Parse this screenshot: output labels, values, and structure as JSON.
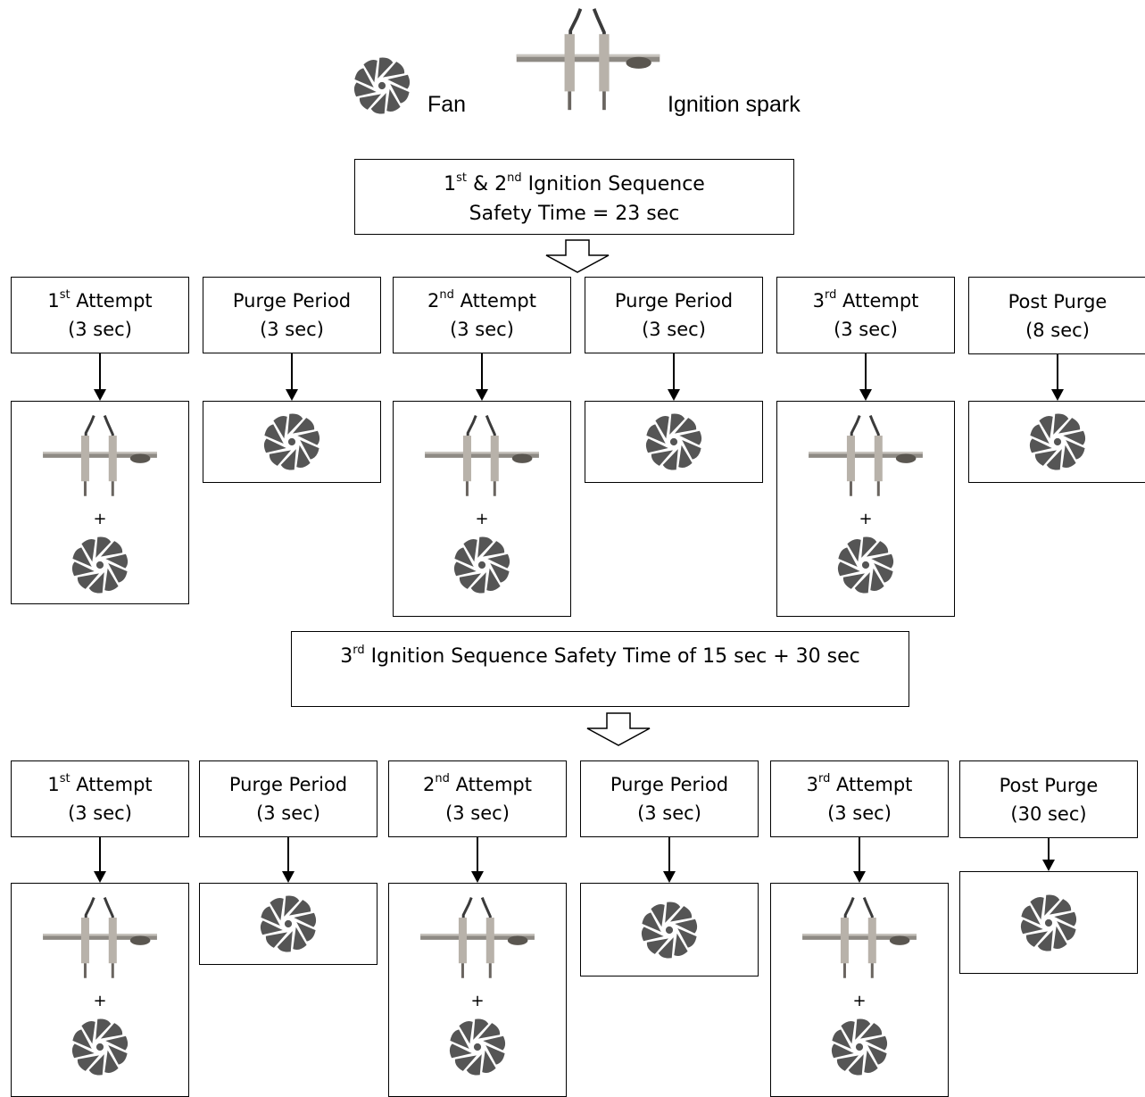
{
  "legend": {
    "fan_label": "Fan",
    "spark_label": "Ignition spark"
  },
  "sequence1": {
    "title_pre": "1",
    "title_sup1": "st",
    "title_mid": " & 2",
    "title_sup2": "nd",
    "title_post": " Ignition Sequence",
    "subtitle": "Safety Time = 23 sec",
    "steps": [
      {
        "ord": "1",
        "sup": "st",
        "name": " Attempt",
        "duration": "(3 sec)"
      },
      {
        "name": "Purge Period",
        "duration": "(3 sec)"
      },
      {
        "ord": "2",
        "sup": "nd",
        "name": " Attempt",
        "duration": "(3 sec)"
      },
      {
        "name": "Purge Period",
        "duration": "(3 sec)"
      },
      {
        "ord": "3",
        "sup": "rd",
        "name": " Attempt",
        "duration": "(3 sec)"
      },
      {
        "name": "Post Purge",
        "duration": "(8 sec)"
      }
    ]
  },
  "sequence2": {
    "title_pre": "3",
    "title_sup": "rd",
    "title_post": " Ignition Sequence Safety Time of 15 sec + 30 sec",
    "steps": [
      {
        "ord": "1",
        "sup": "st",
        "name": " Attempt",
        "duration": "(3 sec)"
      },
      {
        "name": "Purge Period",
        "duration": "(3 sec)"
      },
      {
        "ord": "2",
        "sup": "nd",
        "name": " Attempt",
        "duration": "(3 sec)"
      },
      {
        "name": "Purge Period",
        "duration": "(3 sec)"
      },
      {
        "ord": "3",
        "sup": "rd",
        "name": " Attempt",
        "duration": "(3 sec)"
      },
      {
        "name": "Post Purge",
        "duration": "(30 sec)"
      }
    ]
  },
  "plus_sign": "+",
  "colors": {
    "fan": "#555555",
    "electrode_metal": "#9a9690",
    "electrode_dark": "#3b3b3b",
    "line": "#000000"
  }
}
